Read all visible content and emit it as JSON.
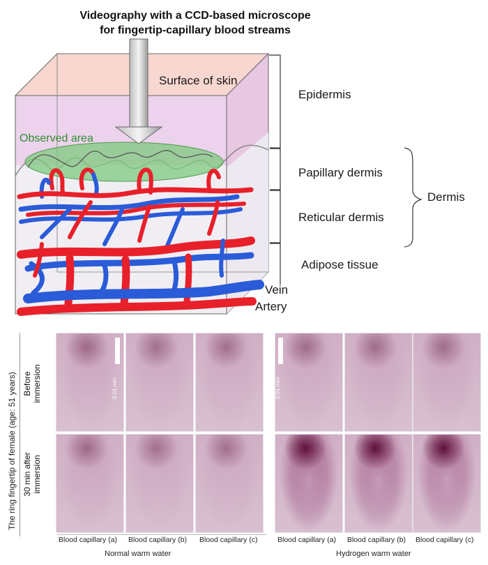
{
  "diagram": {
    "title_line1": "Videography with a CCD-based microscope",
    "title_line2": "for fingertip-capillary blood streams",
    "surface_label": "Surface of skin",
    "observed_label": "Observed area",
    "layers": {
      "epidermis": "Epidermis",
      "papillary": "Papillary dermis",
      "reticular": "Reticular dermis",
      "dermis": "Dermis",
      "adipose": "Adipose tissue"
    },
    "vessels": {
      "vein": "Vein",
      "artery": "Artery"
    },
    "colors": {
      "artery": "#e8202a",
      "vein": "#2a5bd8",
      "observed": "#7fc97f"
    }
  },
  "figure": {
    "subject_label": "The ring fingertip of female (age: 51 years)",
    "row_before": [
      "Before",
      "immersion"
    ],
    "row_after": [
      "30 min after",
      "immersion"
    ],
    "scale_label": "0.01 mm",
    "captions": [
      "Blood capillary (a)",
      "Blood capillary (b)",
      "Blood capillary (c)"
    ],
    "group_normal": "Normal warm water",
    "group_hydrogen": "Hydrogen warm water",
    "intensity": {
      "normal_before": [
        0.35,
        0.25,
        0.25
      ],
      "normal_after": [
        0.35,
        0.25,
        0.25
      ],
      "hydrogen_before": [
        0.3,
        0.3,
        0.3
      ],
      "hydrogen_after": [
        0.95,
        0.85,
        0.8
      ]
    }
  }
}
